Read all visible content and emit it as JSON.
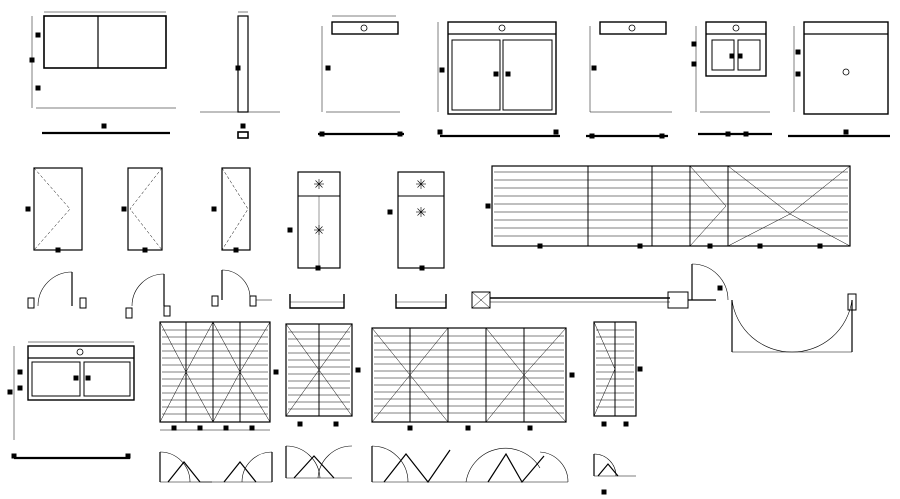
{
  "drawing": {
    "title": "",
    "background": "#ffffff",
    "ink": "#000000",
    "symbols": [
      "window-elevation-double",
      "door-side-section",
      "transom-window",
      "sliding-window-with-transom",
      "fixed-transom-window",
      "small-casement-window",
      "fixed-glass-panel",
      "door-swing-plan",
      "folding-louver-door",
      "double-swing-door-plan"
    ]
  }
}
